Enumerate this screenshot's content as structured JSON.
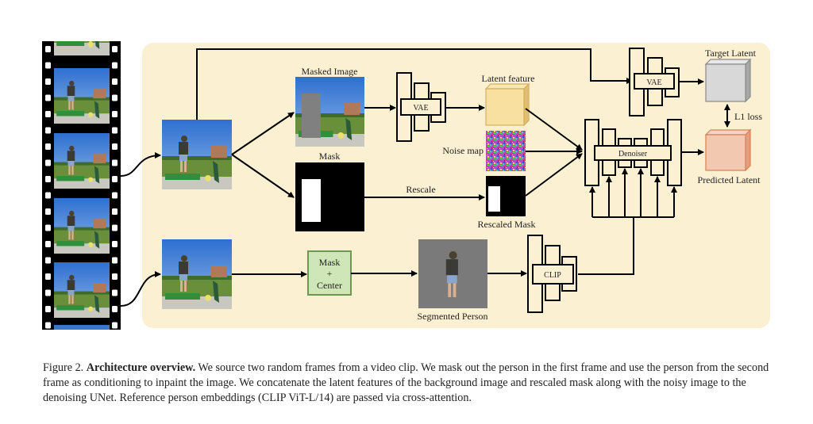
{
  "figure": {
    "labels": {
      "masked_image": "Masked Image",
      "mask": "Mask",
      "latent_feature": "Latent feature",
      "noise_map": "Noise map",
      "rescale": "Rescale",
      "rescaled_mask": "Rescaled Mask",
      "vae_encoder": "VAE",
      "vae_target": "VAE",
      "denoiser": "Denoiser",
      "target_latent": "Target Latent",
      "predicted_latent": "Predicted Latent",
      "l1_loss": "L1 loss",
      "mask_center_line1": "Mask",
      "mask_center_line2": "+",
      "mask_center_line3": "Center",
      "segmented_person": "Segmented Person",
      "clip": "CLIP"
    },
    "colors": {
      "panel_bg": "#fcf0d2",
      "latent_feature": "#f8e0a0",
      "target_latent": "#d8d8d8",
      "predicted_latent": "#f2c9b0",
      "mask_center_box": "#cfe6b8",
      "segmented_bg": "#7a7a7a"
    }
  },
  "caption": {
    "prefix": "Figure 2. ",
    "title": "Architecture overview.",
    "body": " We source two random frames from a video clip. We mask out the person in the first frame and use the person from the second frame as conditioning to inpaint the image. We concatenate the latent features of the background image and rescaled mask along with the noisy image to the denoising UNet. Reference person embeddings (CLIP ViT-L/14) are passed via cross-attention."
  }
}
